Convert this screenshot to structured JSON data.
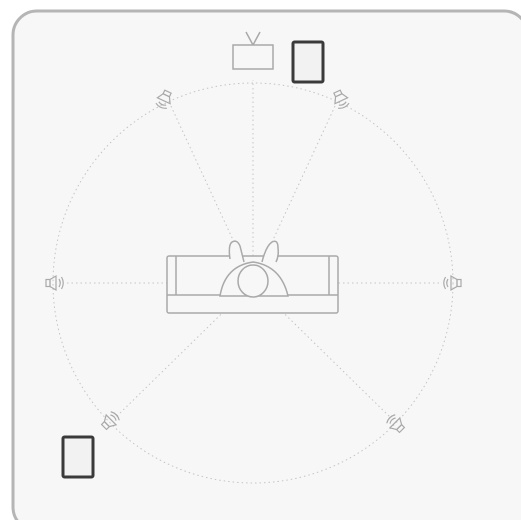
{
  "panel": {
    "background": "#f7f7f7",
    "border_color": "#b5b5b5"
  },
  "layout_style": {
    "circle_line_color": "#c4c4c4",
    "outline_color": "#a9a9a9",
    "device_color": "#3a3a3a",
    "device_fill": "#f2f2f2"
  },
  "objects": {
    "tv": {
      "icon": "tv-icon"
    },
    "sofa": {
      "icon": "sofa-icon"
    },
    "listener": {
      "icon": "person-icon"
    },
    "hub_device": {
      "icon": "hub-device-icon",
      "status": "selected"
    },
    "remote_device": {
      "icon": "hub-device-icon",
      "status": "selected"
    }
  },
  "speakers": [
    {
      "id": "front-left",
      "icon": "speaker-icon"
    },
    {
      "id": "front-right",
      "icon": "speaker-icon"
    },
    {
      "id": "side-left",
      "icon": "speaker-icon"
    },
    {
      "id": "side-right",
      "icon": "speaker-icon"
    },
    {
      "id": "rear-left",
      "icon": "speaker-icon"
    },
    {
      "id": "rear-right",
      "icon": "speaker-icon"
    }
  ]
}
